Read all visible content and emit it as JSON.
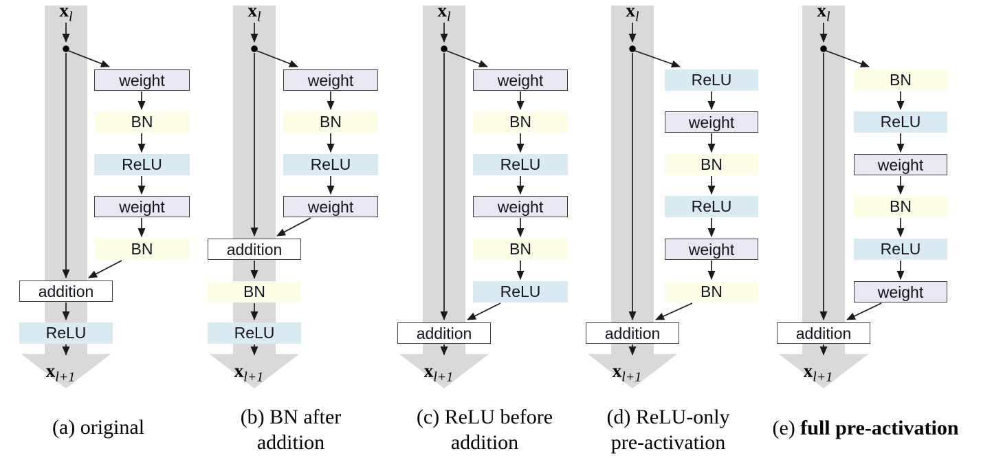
{
  "figure_type": "residual-block-variants-diagram",
  "colors": {
    "shortcut_band": "#d9d9d9",
    "weight_fill": "#e9e7f1",
    "bn_fill": "#fdfde7",
    "relu_fill": "#daeaf3",
    "addition_fill": "#ffffff",
    "box_border": "#3f3f3f",
    "arrow": "#1a1a1a"
  },
  "panels": [
    {
      "input": {
        "base": "x",
        "sub": "l"
      },
      "output": {
        "base": "x",
        "sub": "l+1"
      },
      "branch": [
        "weight",
        "BN",
        "ReLU",
        "weight",
        "BN"
      ],
      "main": [
        "addition",
        "ReLU"
      ],
      "caption": {
        "line1": "(a) original"
      }
    },
    {
      "input": {
        "base": "x",
        "sub": "l"
      },
      "output": {
        "base": "x",
        "sub": "l+1"
      },
      "branch": [
        "weight",
        "BN",
        "ReLU",
        "weight"
      ],
      "main": [
        "addition",
        "BN",
        "ReLU"
      ],
      "caption": {
        "line1": "(b) BN after",
        "line2": "addition"
      }
    },
    {
      "input": {
        "base": "x",
        "sub": "l"
      },
      "output": {
        "base": "x",
        "sub": "l+1"
      },
      "branch": [
        "weight",
        "BN",
        "ReLU",
        "weight",
        "BN",
        "ReLU"
      ],
      "main": [
        "addition"
      ],
      "caption": {
        "line1": "(c) ReLU before",
        "line2": "addition"
      }
    },
    {
      "input": {
        "base": "x",
        "sub": "l"
      },
      "output": {
        "base": "x",
        "sub": "l+1"
      },
      "branch": [
        "ReLU",
        "weight",
        "BN",
        "ReLU",
        "weight",
        "BN"
      ],
      "main": [
        "addition"
      ],
      "caption": {
        "line1": "(d) ReLU-only",
        "line2": "pre-activation"
      }
    },
    {
      "input": {
        "base": "x",
        "sub": "l"
      },
      "output": {
        "base": "x",
        "sub": "l+1"
      },
      "branch": [
        "BN",
        "ReLU",
        "weight",
        "BN",
        "ReLU",
        "weight"
      ],
      "main": [
        "addition"
      ],
      "caption": {
        "prefix": "(e)",
        "main": "full pre-activation"
      }
    }
  ]
}
